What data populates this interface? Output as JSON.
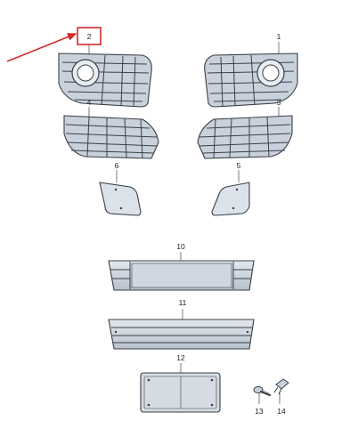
{
  "diagram": {
    "highlighted_part": "2",
    "highlight_color": "#d42a2a",
    "parts": [
      {
        "number": "1",
        "label": "1"
      },
      {
        "number": "2",
        "label": "2"
      },
      {
        "number": "3",
        "label": "3"
      },
      {
        "number": "4",
        "label": "4"
      },
      {
        "number": "5",
        "label": "5"
      },
      {
        "number": "6",
        "label": "6"
      },
      {
        "number": "10",
        "label": "10"
      },
      {
        "number": "11",
        "label": "11"
      },
      {
        "number": "12",
        "label": "12"
      },
      {
        "number": "13",
        "label": "13"
      },
      {
        "number": "14",
        "label": "14"
      }
    ]
  }
}
